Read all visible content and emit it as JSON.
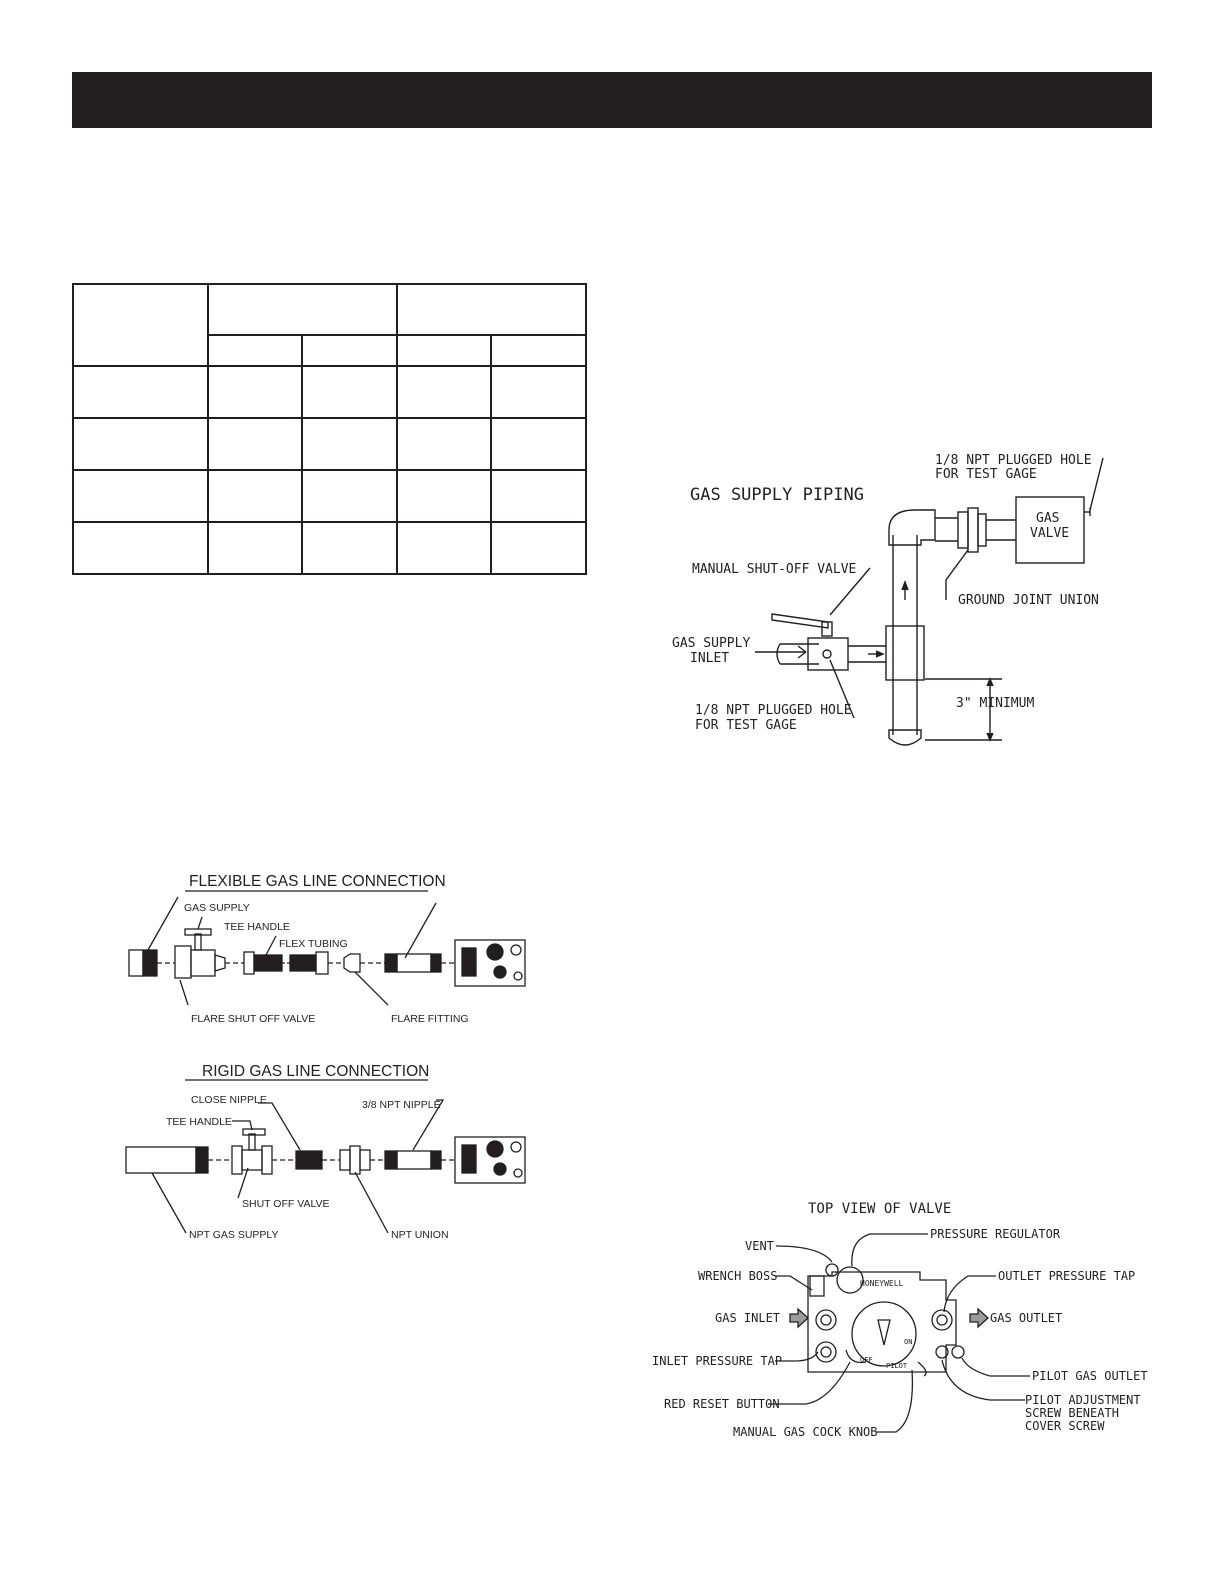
{
  "gas_supply_piping": {
    "title": "GAS SUPPLY PIPING",
    "plugged_hole_top_line1": "1/8 NPT PLUGGED HOLE",
    "plugged_hole_top_line2": "FOR TEST GAGE",
    "gas_valve_line1": "GAS",
    "gas_valve_line2": "VALVE",
    "manual_shutoff": "MANUAL SHUT-OFF VALVE",
    "ground_joint_union": "GROUND JOINT UNION",
    "gas_supply_line1": "GAS SUPPLY",
    "gas_supply_line2": "INLET",
    "plugged_hole_bottom_line1": "1/8 NPT PLUGGED HOLE",
    "plugged_hole_bottom_line2": "FOR TEST GAGE",
    "minimum": "3\" MINIMUM"
  },
  "flexible_connection": {
    "title": "FLEXIBLE GAS LINE CONNECTION",
    "gas_supply": "GAS SUPPLY",
    "tee_handle": "TEE HANDLE",
    "flex_tubing": "FLEX TUBING",
    "flare_shut_off_valve": "FLARE SHUT OFF VALVE",
    "flare_fitting": "FLARE FITTING"
  },
  "rigid_connection": {
    "title": "RIGID GAS LINE CONNECTION",
    "close_nipple": "CLOSE NIPPLE",
    "tee_handle": "TEE HANDLE",
    "npt_nipple": "3/8 NPT NIPPLE",
    "shut_off_valve": "SHUT OFF VALVE",
    "npt_gas_supply": "NPT GAS SUPPLY",
    "npt_union": "NPT UNION"
  },
  "valve_top_view": {
    "title": "TOP VIEW OF VALVE",
    "vent": "VENT",
    "pressure_regulator": "PRESSURE REGULATOR",
    "wrench_boss": "WRENCH BOSS",
    "honeywell": "HONEYWELL",
    "outlet_pressure_tap": "OUTLET PRESSURE TAP",
    "gas_inlet": "GAS INLET",
    "gas_outlet": "GAS OUTLET",
    "inlet_pressure_tap": "INLET PRESSURE TAP",
    "off": "OFF",
    "pilot": "PILOT",
    "on": "ON",
    "pilot_gas_outlet": "PILOT GAS OUTLET",
    "pilot_adjust_line1": "PILOT ADJUSTMENT",
    "pilot_adjust_line2": "SCREW BENEATH",
    "pilot_adjust_line3": "COVER SCREW",
    "red_reset_button": "RED RESET BUTTON",
    "manual_gas_cock_knob": "MANUAL GAS COCK KNOB"
  }
}
